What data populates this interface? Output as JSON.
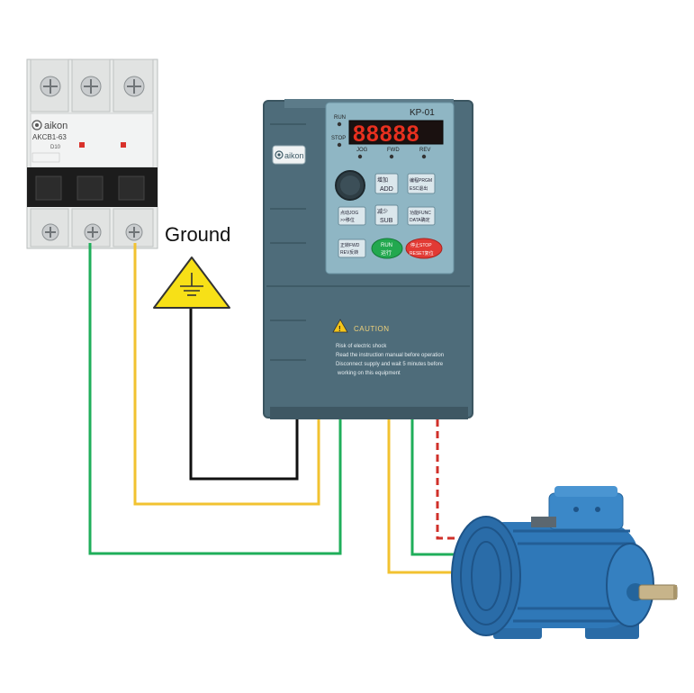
{
  "breaker": {
    "brand": "aikon",
    "model": "AKCB1-63",
    "rating": "D10"
  },
  "ground_label": "Ground",
  "inverter": {
    "model": "KP-01",
    "brand": "aikon",
    "display": "88888",
    "indicators": {
      "run": "RUN",
      "stop": "STOP",
      "jog": "JOG",
      "fwd": "FWD",
      "rev": "REV"
    },
    "keys": {
      "add_top": "增加",
      "add": "ADD",
      "prgm_top": "编程PRGM",
      "prgm_bottom": "ESC退出",
      "jog_top": "点动JOG",
      "jog_bottom": ">>移位",
      "sub_top": "减少",
      "sub": "SUB",
      "func_top": "功能FUNC",
      "func_bottom": "DATA确定",
      "fwd_top": "正转FWD",
      "fwd_bottom": "REV反转",
      "run_top": "RUN",
      "run_bottom": "运行",
      "stop_top": "停止STOP",
      "stop_bottom": "RESET复位"
    },
    "caution_title": "CAUTION",
    "warnings": [
      "Risk of electric shock",
      "Read the instruction manual before operation",
      "Disconnect supply and wait 5 minutes before",
      "working on this equipment"
    ]
  },
  "colors": {
    "green_wire": "#1fae5a",
    "yellow_wire": "#f2c230",
    "black_wire": "#111111",
    "red_wire": "#d0302a",
    "inverter_body": "#4e6c7a",
    "panel": "#8fb6c4",
    "led": "#e8301f",
    "motor": "#2f78b8",
    "ground_sign": "#f7e017"
  }
}
